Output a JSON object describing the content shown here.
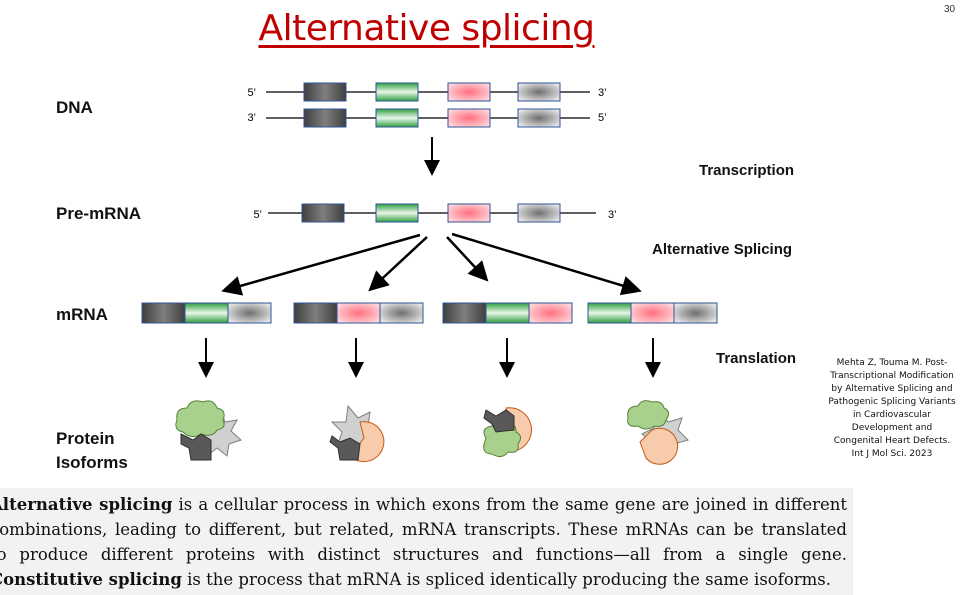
{
  "title": "Alternative splicing",
  "page_number": "30",
  "rows": {
    "dna": "DNA",
    "pre_mrna": "Pre-mRNA",
    "mrna": "mRNA",
    "protein_line1": "Protein",
    "protein_line2": "Isoforms"
  },
  "steps": {
    "transcription": "Transcription",
    "alternative_splicing": "Alternative Splicing",
    "translation": "Translation"
  },
  "strand_ends": {
    "five_prime": "5’",
    "three_prime": "3’"
  },
  "colors": {
    "title": "#c00000",
    "exon_dark": "#5a5a5a",
    "exon_green": "#4caf50",
    "exon_pink": "#ff8c96",
    "exon_gray": "#9a9a9a",
    "exon_border": "#2f5597",
    "protein_green": "#a9d18e",
    "protein_gray": "#bfbfbf",
    "protein_orange": "#f8cbad",
    "protein_dark": "#595959"
  },
  "mrna_isoforms": [
    [
      "dark",
      "green",
      "gray"
    ],
    [
      "dark",
      "pink",
      "gray"
    ],
    [
      "dark",
      "green",
      "pink"
    ],
    [
      "green",
      "pink",
      "gray"
    ]
  ],
  "protein_isoforms": [
    [
      "green-cloud",
      "dark-square",
      "gray-star"
    ],
    [
      "gray-star",
      "orange-pacman",
      "dark-square"
    ],
    [
      "dark-square",
      "orange-pacman",
      "green-cloud"
    ],
    [
      "green-cloud",
      "orange-pacman",
      "gray-star"
    ]
  ],
  "citation": [
    "Mehta Z, Touma M. Post-",
    "Transcriptional Modification",
    "by Alternative Splicing and",
    "Pathogenic Splicing Variants",
    "in Cardiovascular",
    "Development and",
    "Congenital Heart Defects.",
    "Int J Mol Sci. 2023"
  ],
  "caption": {
    "line1_bold": "Alternative splicing",
    "line1_rest": " is a cellular process in which exons from the same gene are joined in different",
    "line2": "combinations, leading to different, but related, mRNA transcripts. These mRNAs can be translated",
    "line3": "to produce different proteins with distinct structures and functions—all from a single gene.",
    "line4_bold": "Constitutive splicing",
    "line4_rest": " is the process that mRNA is spliced identically producing the same isoforms."
  }
}
